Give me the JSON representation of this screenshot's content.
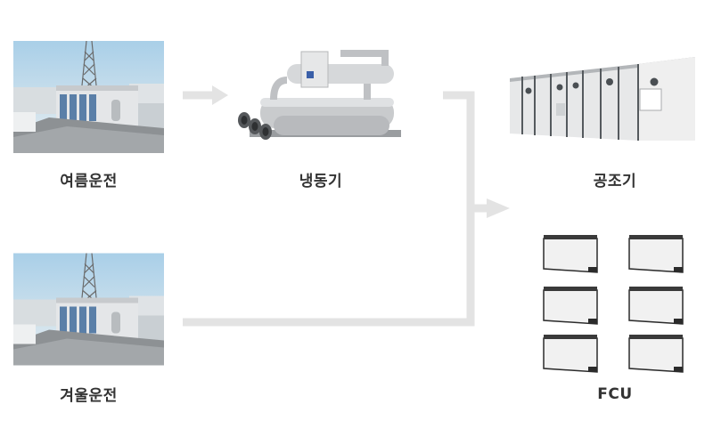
{
  "labels": {
    "summer": "여름운전",
    "winter": "겨울운전",
    "chiller": "냉동기",
    "ahu": "공조기",
    "fcu": "FCU"
  },
  "colors": {
    "arrow": "#e3e3e3",
    "sky_top": "#b9d6ea",
    "sky_bottom": "#e6eef2",
    "unit_panel": "#ececec",
    "unit_dark": "#2b2b2b"
  },
  "icons": {
    "summer": "cooling-tower-photo",
    "winter": "cooling-tower-photo",
    "chiller": "chiller-image",
    "ahu": "air-handling-unit-image",
    "fcu": "fan-coil-unit-image"
  }
}
